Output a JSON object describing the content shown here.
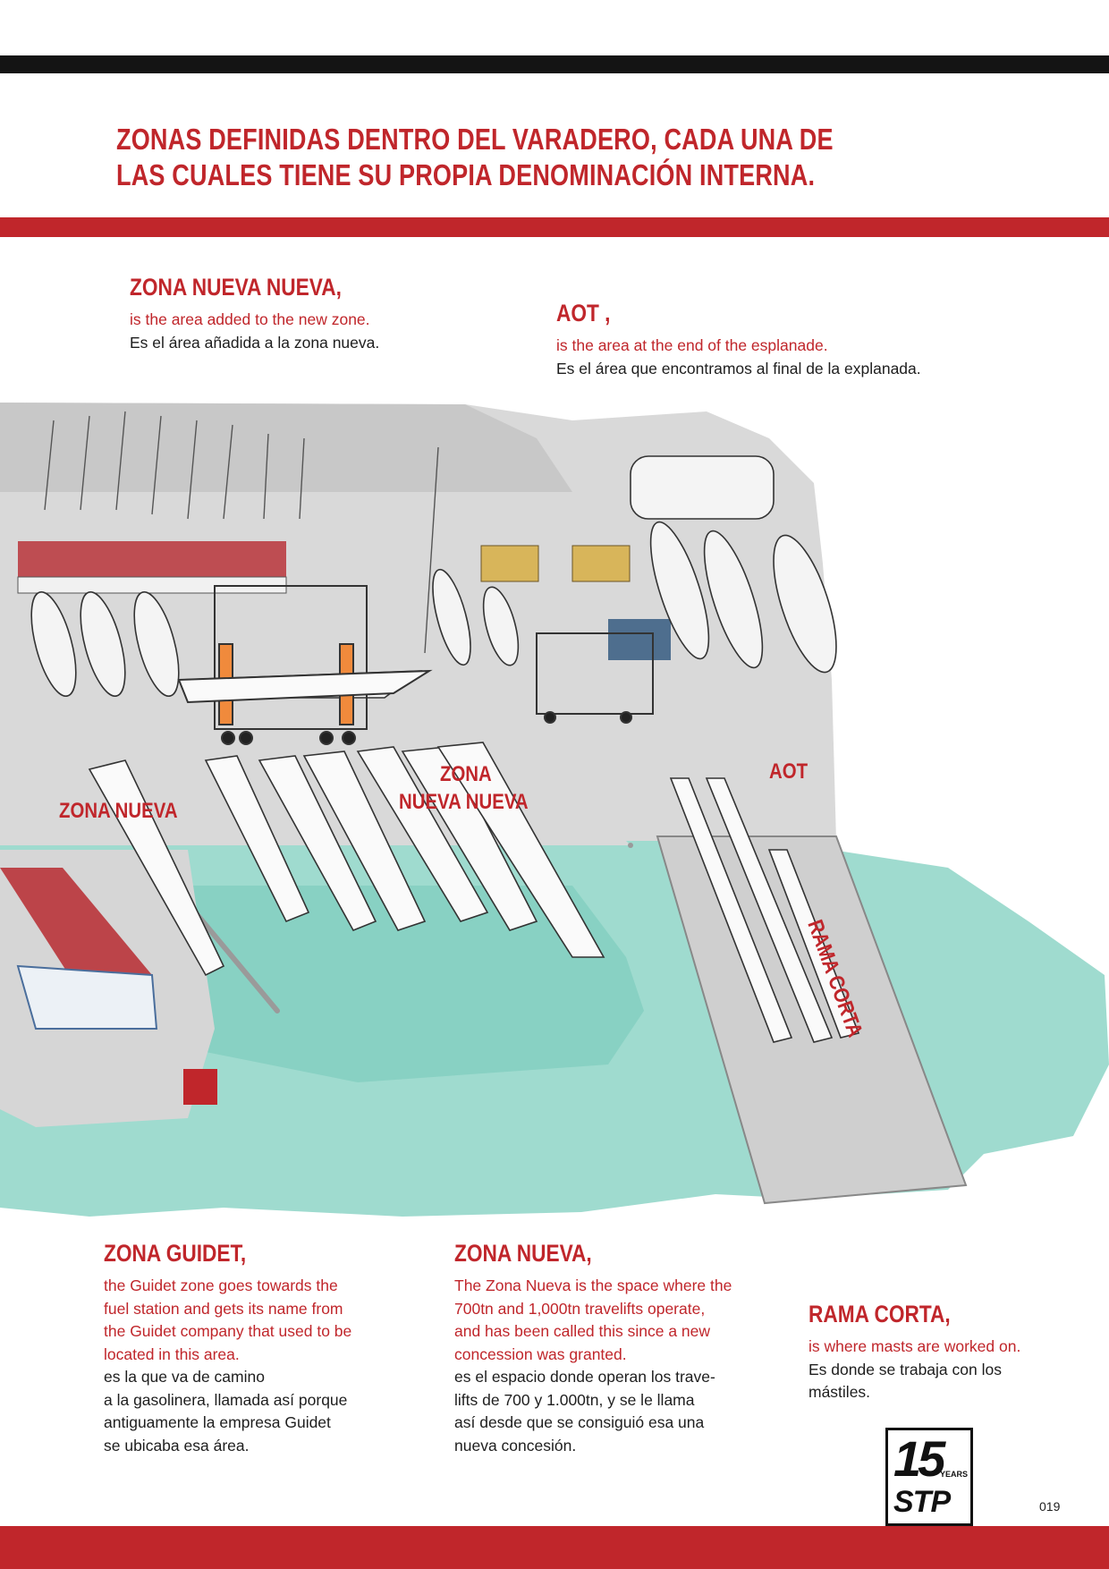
{
  "heading": {
    "line1": "ZONAS DEFINIDAS DENTRO DEL VARADERO, CADA UNA DE",
    "line2": "LAS CUALES TIENE SU PROPIA DENOMINACIÓN INTERNA."
  },
  "sections": {
    "nueva_nueva": {
      "title": "ZONA NUEVA NUEVA,",
      "en": "is the area added to the new zone.",
      "es": "Es el área añadida a la zona nueva."
    },
    "aot": {
      "title": "AOT ,",
      "en": "is the area at the end of the esplanade.",
      "es": "Es el área que encontramos al final de la explanada."
    },
    "guidet": {
      "title": "ZONA GUIDET,",
      "en": "the Guidet zone goes towards the\nfuel station and gets its name from\nthe Guidet company that used to be\nlocated in this area.",
      "es": "es la que va de camino\na la gasolinera, llamada así porque\nantiguamente la empresa Guidet\nse ubicaba esa área."
    },
    "nueva": {
      "title": "ZONA NUEVA,",
      "en": "The Zona Nueva is the space where the\n700tn and 1,000tn travelifts operate,\nand has been called this since a new\nconcession was granted.",
      "es": "es el espacio donde operan los trave-\nlifts de 700 y 1.000tn, y se le llama\nasí desde que se consiguió esa una\nnueva concesión."
    },
    "rama_corta": {
      "title": "RAMA CORTA,",
      "en": "is where masts are worked on.",
      "es": "Es donde se trabaja con los\nmástiles."
    }
  },
  "map_labels": {
    "zona_nueva": "ZONA NUEVA",
    "zona_nueva_nueva_1": "ZONA",
    "zona_nueva_nueva_2": "NUEVA NUEVA",
    "aot": "AOT",
    "rama_corta": "RAMA CORTA"
  },
  "logo": {
    "number": "15",
    "years": "YEARS",
    "brand": "STP"
  },
  "page_number": "019",
  "colors": {
    "accent": "#c0262b",
    "top_bar": "#141414",
    "water": "#7fcfbf",
    "ground": "#d9d9d9"
  }
}
